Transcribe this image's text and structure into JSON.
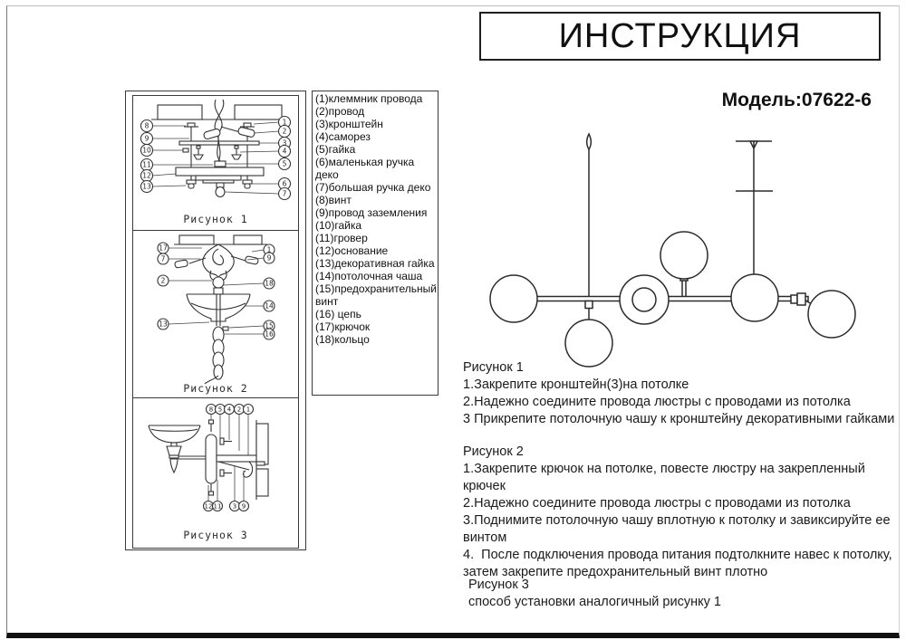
{
  "page": {
    "title": "ИНСТРУКЦИЯ",
    "model": "Модель:07622-6"
  },
  "parts_list": {
    "items": [
      "(1)клеммник провода",
      "(2)провод",
      "(3)кронштейн",
      "(4)саморез",
      "(5)гайка",
      "(6)маленькая ручка деко",
      "(7)большая ручка деко",
      "(8)винт",
      "(9)провод заземления",
      "(10)гайка",
      "(11)гровер",
      "(12)основание",
      "(13)декоративная гайка",
      "(14)потолочная чаша",
      "(15)предохранительный винт",
      "(16) цепь",
      "(17)крючок",
      "(18)кольцо"
    ]
  },
  "figures": {
    "fig1": {
      "caption": "Рисунок 1",
      "callouts_left": [
        "8",
        "9",
        "10",
        "11",
        "12",
        "13"
      ],
      "callouts_right": [
        "1",
        "2",
        "3",
        "4",
        "5",
        "6",
        "7"
      ]
    },
    "fig2": {
      "caption": "Рисунок 2",
      "callouts_left": [
        "17",
        "7",
        "2",
        "13"
      ],
      "callouts_right": [
        "1",
        "9",
        "18",
        "14",
        "15",
        "16"
      ]
    },
    "fig3": {
      "caption": "Рисунок 3",
      "callouts_top": [
        "8",
        "5",
        "4",
        "2",
        "1"
      ],
      "callouts_bottom": [
        "12",
        "11",
        "3",
        "9"
      ]
    }
  },
  "instructions": {
    "fig1": {
      "heading": "Рисунок 1",
      "steps": [
        "1.Закрепите кронштейн(3)на потолке",
        "2.Надежно соедините провода люстры с проводами из потолка",
        "3 Прикрепите потолочную чашу к кронштейну декоративными гайками"
      ]
    },
    "fig2": {
      "heading": "Рисунок 2",
      "steps": [
        "1.Закрепите крючок на потолке, повесте люстру на закрепленный крючек",
        "2.Надежно соедините провода люстры с проводами из потолка",
        "3.Поднимите потолочную чашу вплотную к потолку и завиксируйте ее винтом",
        "4.  После подключения провода питания подтолкните навес к потолку, затем закрепите предохранительный винт плотно"
      ]
    },
    "fig3": {
      "heading": "Рисунок 3",
      "steps": [
        "способ установки аналогичный рисунку 1"
      ]
    }
  }
}
